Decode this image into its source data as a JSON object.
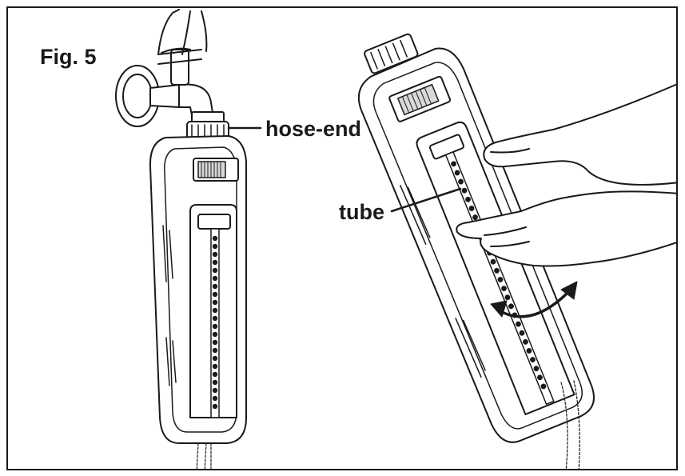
{
  "figure": {
    "label": "Fig. 5"
  },
  "callouts": {
    "hose_end": "hose-end",
    "tube": "tube"
  },
  "colors": {
    "line": "#1a1a1a",
    "fill": "#ffffff",
    "shade": "#d9d9d9"
  }
}
